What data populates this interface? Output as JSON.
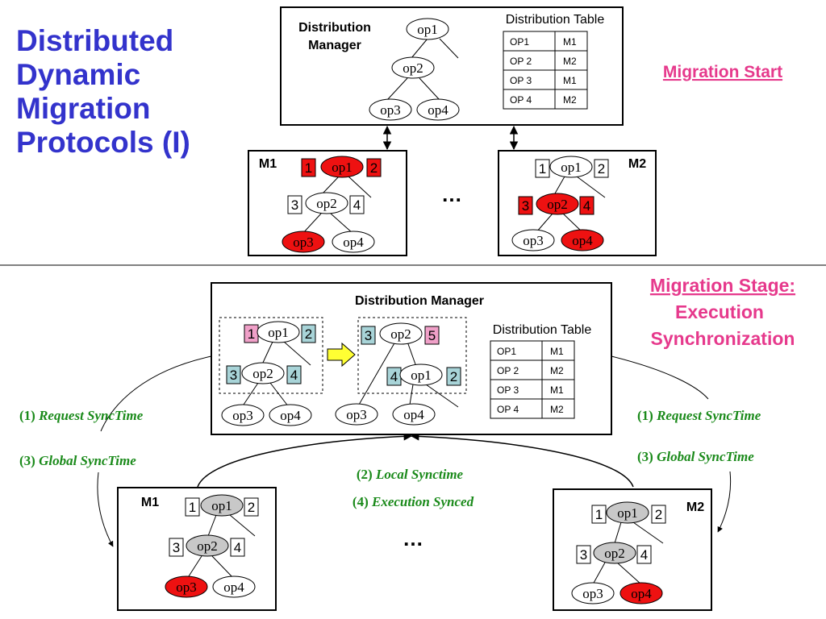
{
  "title_lines": [
    "Distributed",
    "Dynamic",
    "Migration",
    "Protocols (I)"
  ],
  "colors": {
    "title": "#3333cc",
    "stage_label": "#e6398c",
    "message": "#1a8a1a",
    "red": "#ee1111",
    "pink": "#f0a0c8",
    "teal": "#a8d4d8",
    "gray": "#c8c8c8",
    "arrow_yellow": "#ffff33"
  },
  "top": {
    "stage_label": "Migration Start",
    "manager": {
      "label_lines": [
        "Distribution",
        "Manager"
      ],
      "table_title": "Distribution Table",
      "table": [
        [
          "OP1",
          "M1"
        ],
        [
          "OP 2",
          "M2"
        ],
        [
          "OP 3",
          "M1"
        ],
        [
          "OP 4",
          "M2"
        ]
      ],
      "ops": {
        "op1": "op1",
        "op2": "op2",
        "op3": "op3",
        "op4": "op4"
      }
    },
    "m1": {
      "label": "M1",
      "ops": {
        "op1": "op1",
        "op2": "op2",
        "op3": "op3",
        "op4": "op4"
      },
      "boxes": {
        "b1": "1",
        "b2": "2",
        "b3": "3",
        "b4": "4"
      }
    },
    "m2": {
      "label": "M2",
      "ops": {
        "op1": "op1",
        "op2": "op2",
        "op3": "op3",
        "op4": "op4"
      },
      "boxes": {
        "b1": "1",
        "b2": "2",
        "b3": "3",
        "b4": "4"
      }
    },
    "ellipsis": "…"
  },
  "bottom": {
    "stage_label_lines": [
      "Migration Stage:",
      "Execution",
      "Synchronization"
    ],
    "manager": {
      "label": "Distribution Manager",
      "table_title": "Distribution Table",
      "table": [
        [
          "OP1",
          "M1"
        ],
        [
          "OP 2",
          "M2"
        ],
        [
          "OP 3",
          "M1"
        ],
        [
          "OP 4",
          "M2"
        ]
      ],
      "left_group": {
        "op1": "op1",
        "op2": "op2",
        "op3": "op3",
        "op4": "op4",
        "b1": "1",
        "b2": "2",
        "b3": "3",
        "b4": "4"
      },
      "right_group": {
        "op2": "op2",
        "op1": "op1",
        "op3": "op3",
        "op4": "op4",
        "b3": "3",
        "b5": "5",
        "b4": "4",
        "b2": "2"
      }
    },
    "messages": {
      "left1": {
        "num": "(1)",
        "text": "Request SyncTime"
      },
      "left3": {
        "num": "(3)",
        "text": "Global SyncTime"
      },
      "right1": {
        "num": "(1)",
        "text": "Request SyncTime"
      },
      "right3": {
        "num": "(3)",
        "text": "Global SyncTime"
      },
      "center2": {
        "num": "(2)",
        "text": "Local Synctime"
      },
      "center4": {
        "num": "(4)",
        "text": "Execution Synced"
      }
    },
    "m1": {
      "label": "M1",
      "ops": {
        "op1": "op1",
        "op2": "op2",
        "op3": "op3",
        "op4": "op4"
      },
      "boxes": {
        "b1": "1",
        "b2": "2",
        "b3": "3",
        "b4": "4"
      }
    },
    "m2": {
      "label": "M2",
      "ops": {
        "op1": "op1",
        "op2": "op2",
        "op3": "op3",
        "op4": "op4"
      },
      "boxes": {
        "b1": "1",
        "b2": "2",
        "b3": "3",
        "b4": "4"
      }
    },
    "ellipsis": "…"
  }
}
